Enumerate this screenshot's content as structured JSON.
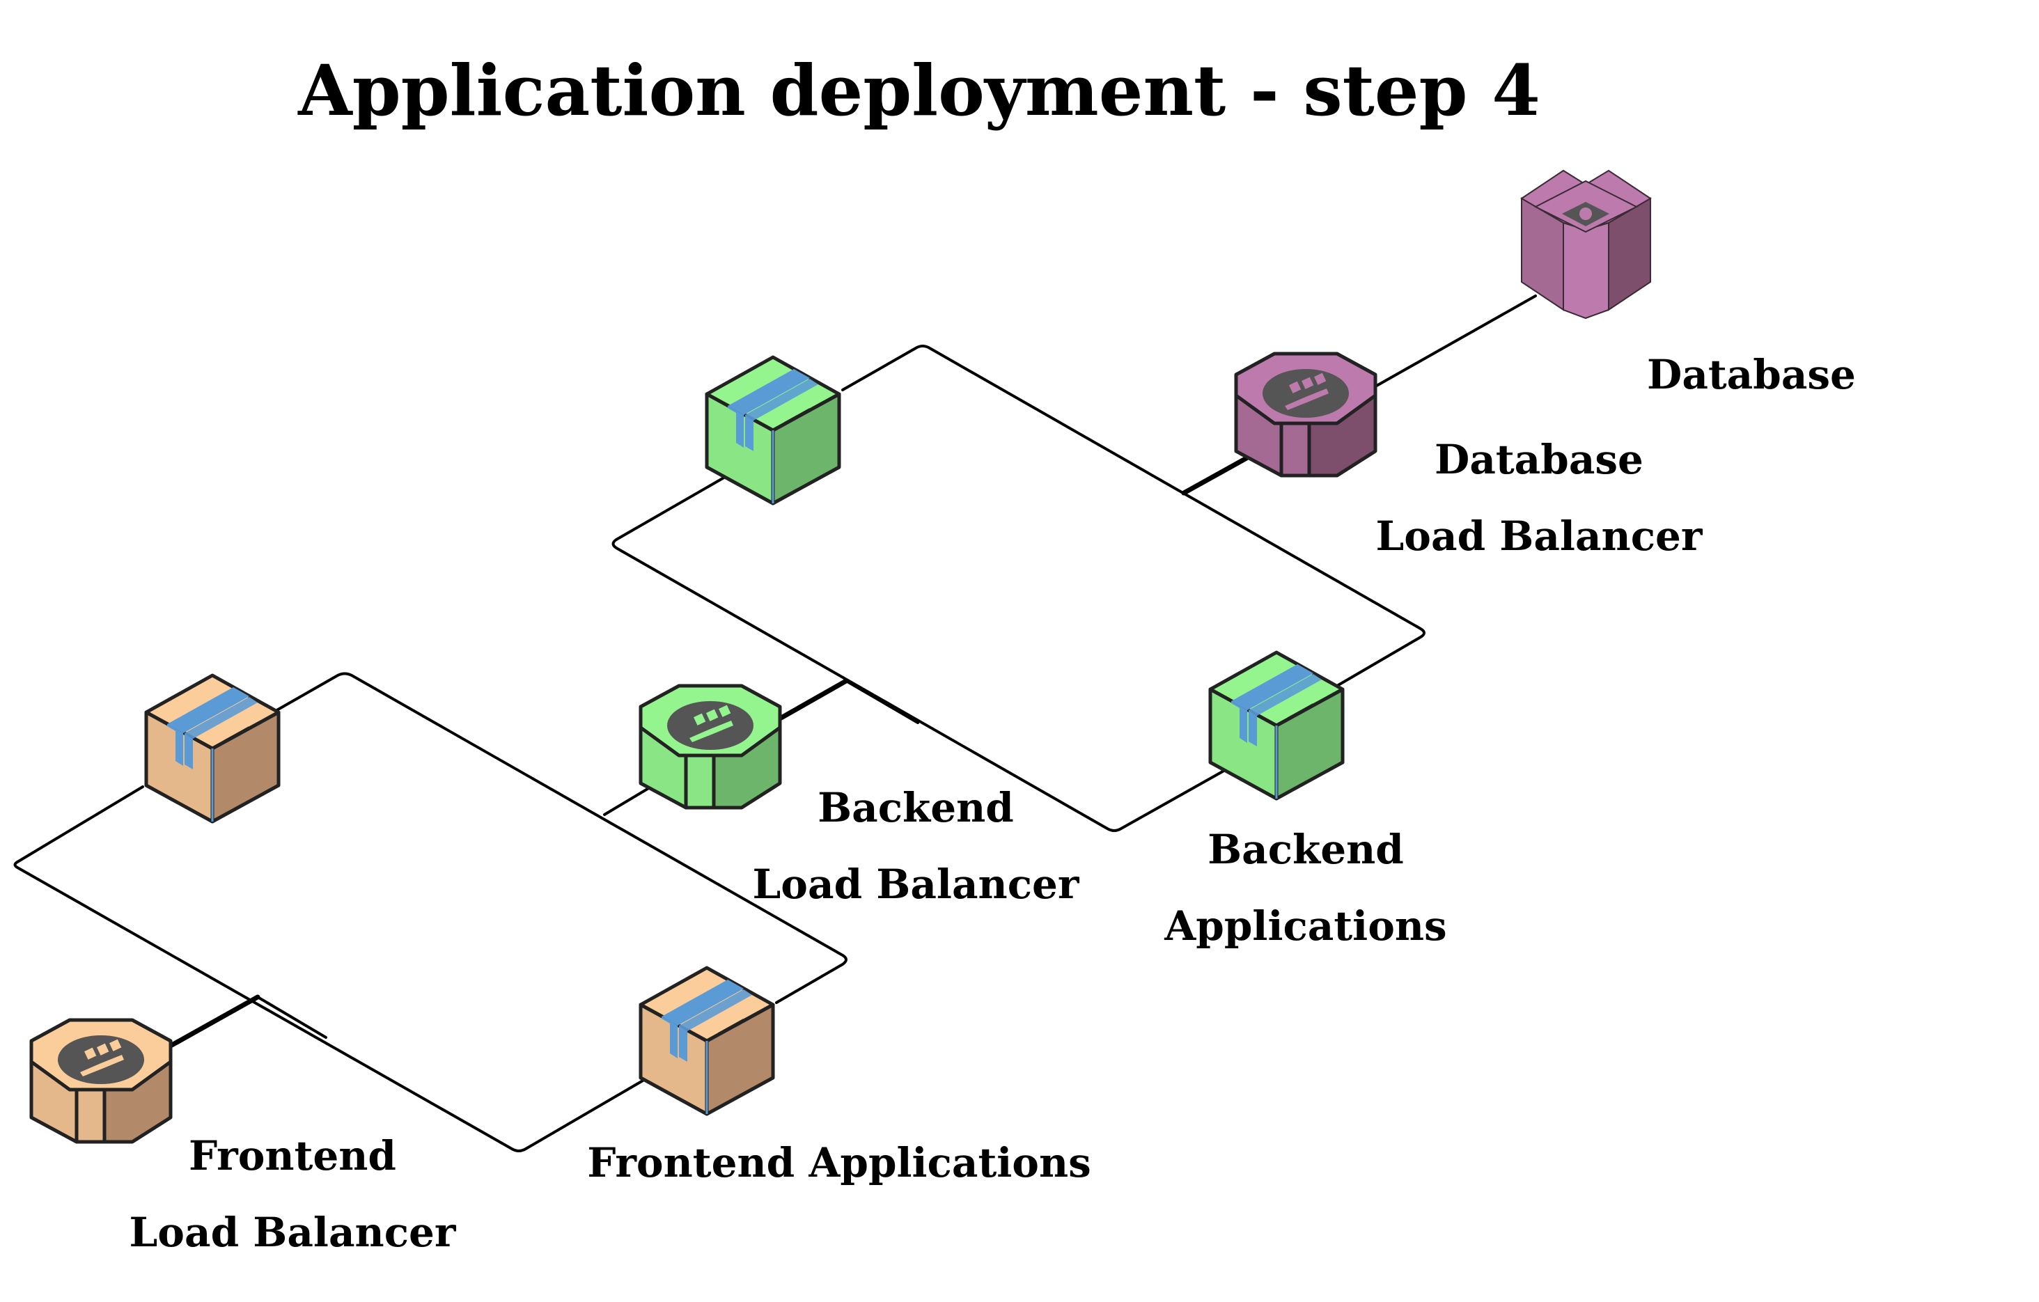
{
  "title": "Application deployment - step 4",
  "nodes": {
    "frontend_lb": {
      "line1": "Frontend",
      "line2": "Load Balancer",
      "theme": "orange"
    },
    "frontend_app": {
      "line1": "Frontend Applications",
      "theme": "orange"
    },
    "backend_lb": {
      "line1": "Backend",
      "line2": "Load Balancer",
      "theme": "green"
    },
    "backend_app": {
      "line1": "Backend",
      "line2": "Applications",
      "theme": "green"
    },
    "database_lb": {
      "line1": "Database",
      "line2": "Load Balancer",
      "theme": "purple"
    },
    "database": {
      "line1": "Database",
      "theme": "purple"
    }
  },
  "colors": {
    "orange": {
      "top": "#fbcd9a",
      "left": "#e5b88b",
      "right": "#b38a69",
      "tape": "#5b9bd5"
    },
    "green": {
      "top": "#94f58f",
      "left": "#8ae685",
      "right": "#6db56a",
      "tape": "#5b9bd5"
    },
    "purple": {
      "top": "#bd7aad",
      "left": "#a56a93",
      "right": "#7e4e6d",
      "tape": "#5b9bd5"
    },
    "badge": "#555555"
  },
  "icons": {
    "load_balancer": "load-balancer-icon",
    "application": "package-icon",
    "database": "database-icon"
  }
}
